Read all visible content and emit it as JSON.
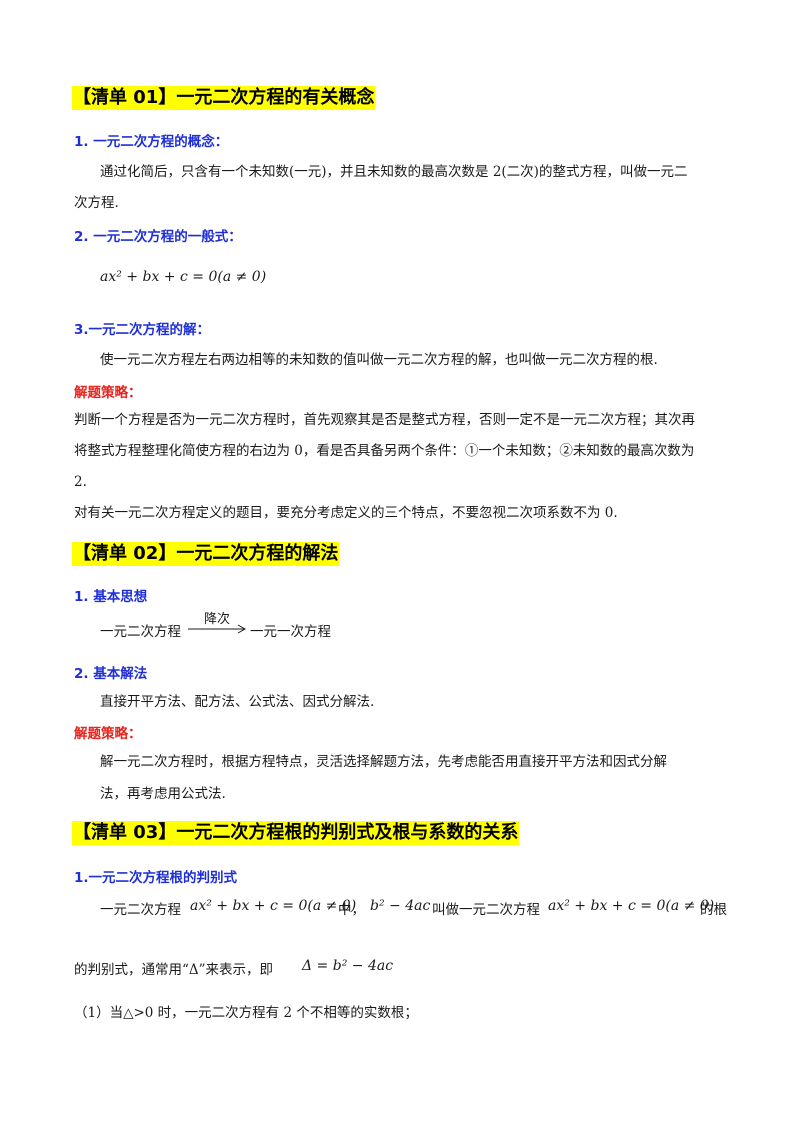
{
  "sections": {
    "s1": {
      "title": "【清单 01】一元二次方程的有关概念",
      "p1_head": "1. 一元二次方程的概念：",
      "p1_text_a": "通过化简后，只含有一个未知数(一元)，并且未知数的最高次数是 2(二次)的整式方程，叫做一元二",
      "p1_text_b": "次方程.",
      "p2_head": "2. 一元二次方程的一般式：",
      "p2_formula": "ax² + bx + c = 0(a ≠ 0)",
      "p3_head": "3.一元二次方程的解：",
      "p3_text": "使一元二次方程左右两边相等的未知数的值叫做一元二次方程的解，也叫做一元二次方程的根.",
      "strategy_label": "解题策略：",
      "strategy_a": "判断一个方程是否为一元二次方程时，首先观察其是否是整式方程，否则一定不是一元二次方程；其次再",
      "strategy_b": "将整式方程整理化简使方程的右边为 0，看是否具备另两个条件：①一个未知数；②未知数的最高次数为",
      "strategy_c": "2.",
      "strategy_d": "对有关一元二次方程定义的题目，要充分考虑定义的三个特点，不要忽视二次项系数不为 0."
    },
    "s2": {
      "title": "【清单 02】一元二次方程的解法",
      "p1_head": "1. 基本思想",
      "flow_left": "一元二次方程",
      "flow_arrow_label": "降次",
      "flow_right": "一元一次方程",
      "p2_head": "2. 基本解法",
      "p2_text": "直接开平方法、配方法、公式法、因式分解法.",
      "strategy_label": "解题策略：",
      "strategy_a": "解一元二次方程时，根据方程特点，灵活选择解题方法，先考虑能否用直接开平方法和因式分解",
      "strategy_b": "法，再考虑用公式法."
    },
    "s3": {
      "title": "【清单 03】一元二次方程根的判别式及根与系数的关系",
      "p1_head": "1.一元二次方程根的判别式",
      "line1_a": "一元二次方程",
      "formula1": "ax² + bx + c = 0(a ≠ 0)",
      "line1_b": "中，",
      "disc": "b² − 4ac",
      "line1_c": "叫做一元二次方程",
      "formula2": "ax² + bx + c = 0(a ≠ 0)",
      "line1_d": "的根",
      "line2_a": "的判别式，通常用“Δ”来表示，即",
      "formula3": "Δ = b² − 4ac",
      "line3": "（1）当△>0 时，一元二次方程有 2 个不相等的实数根；"
    }
  }
}
